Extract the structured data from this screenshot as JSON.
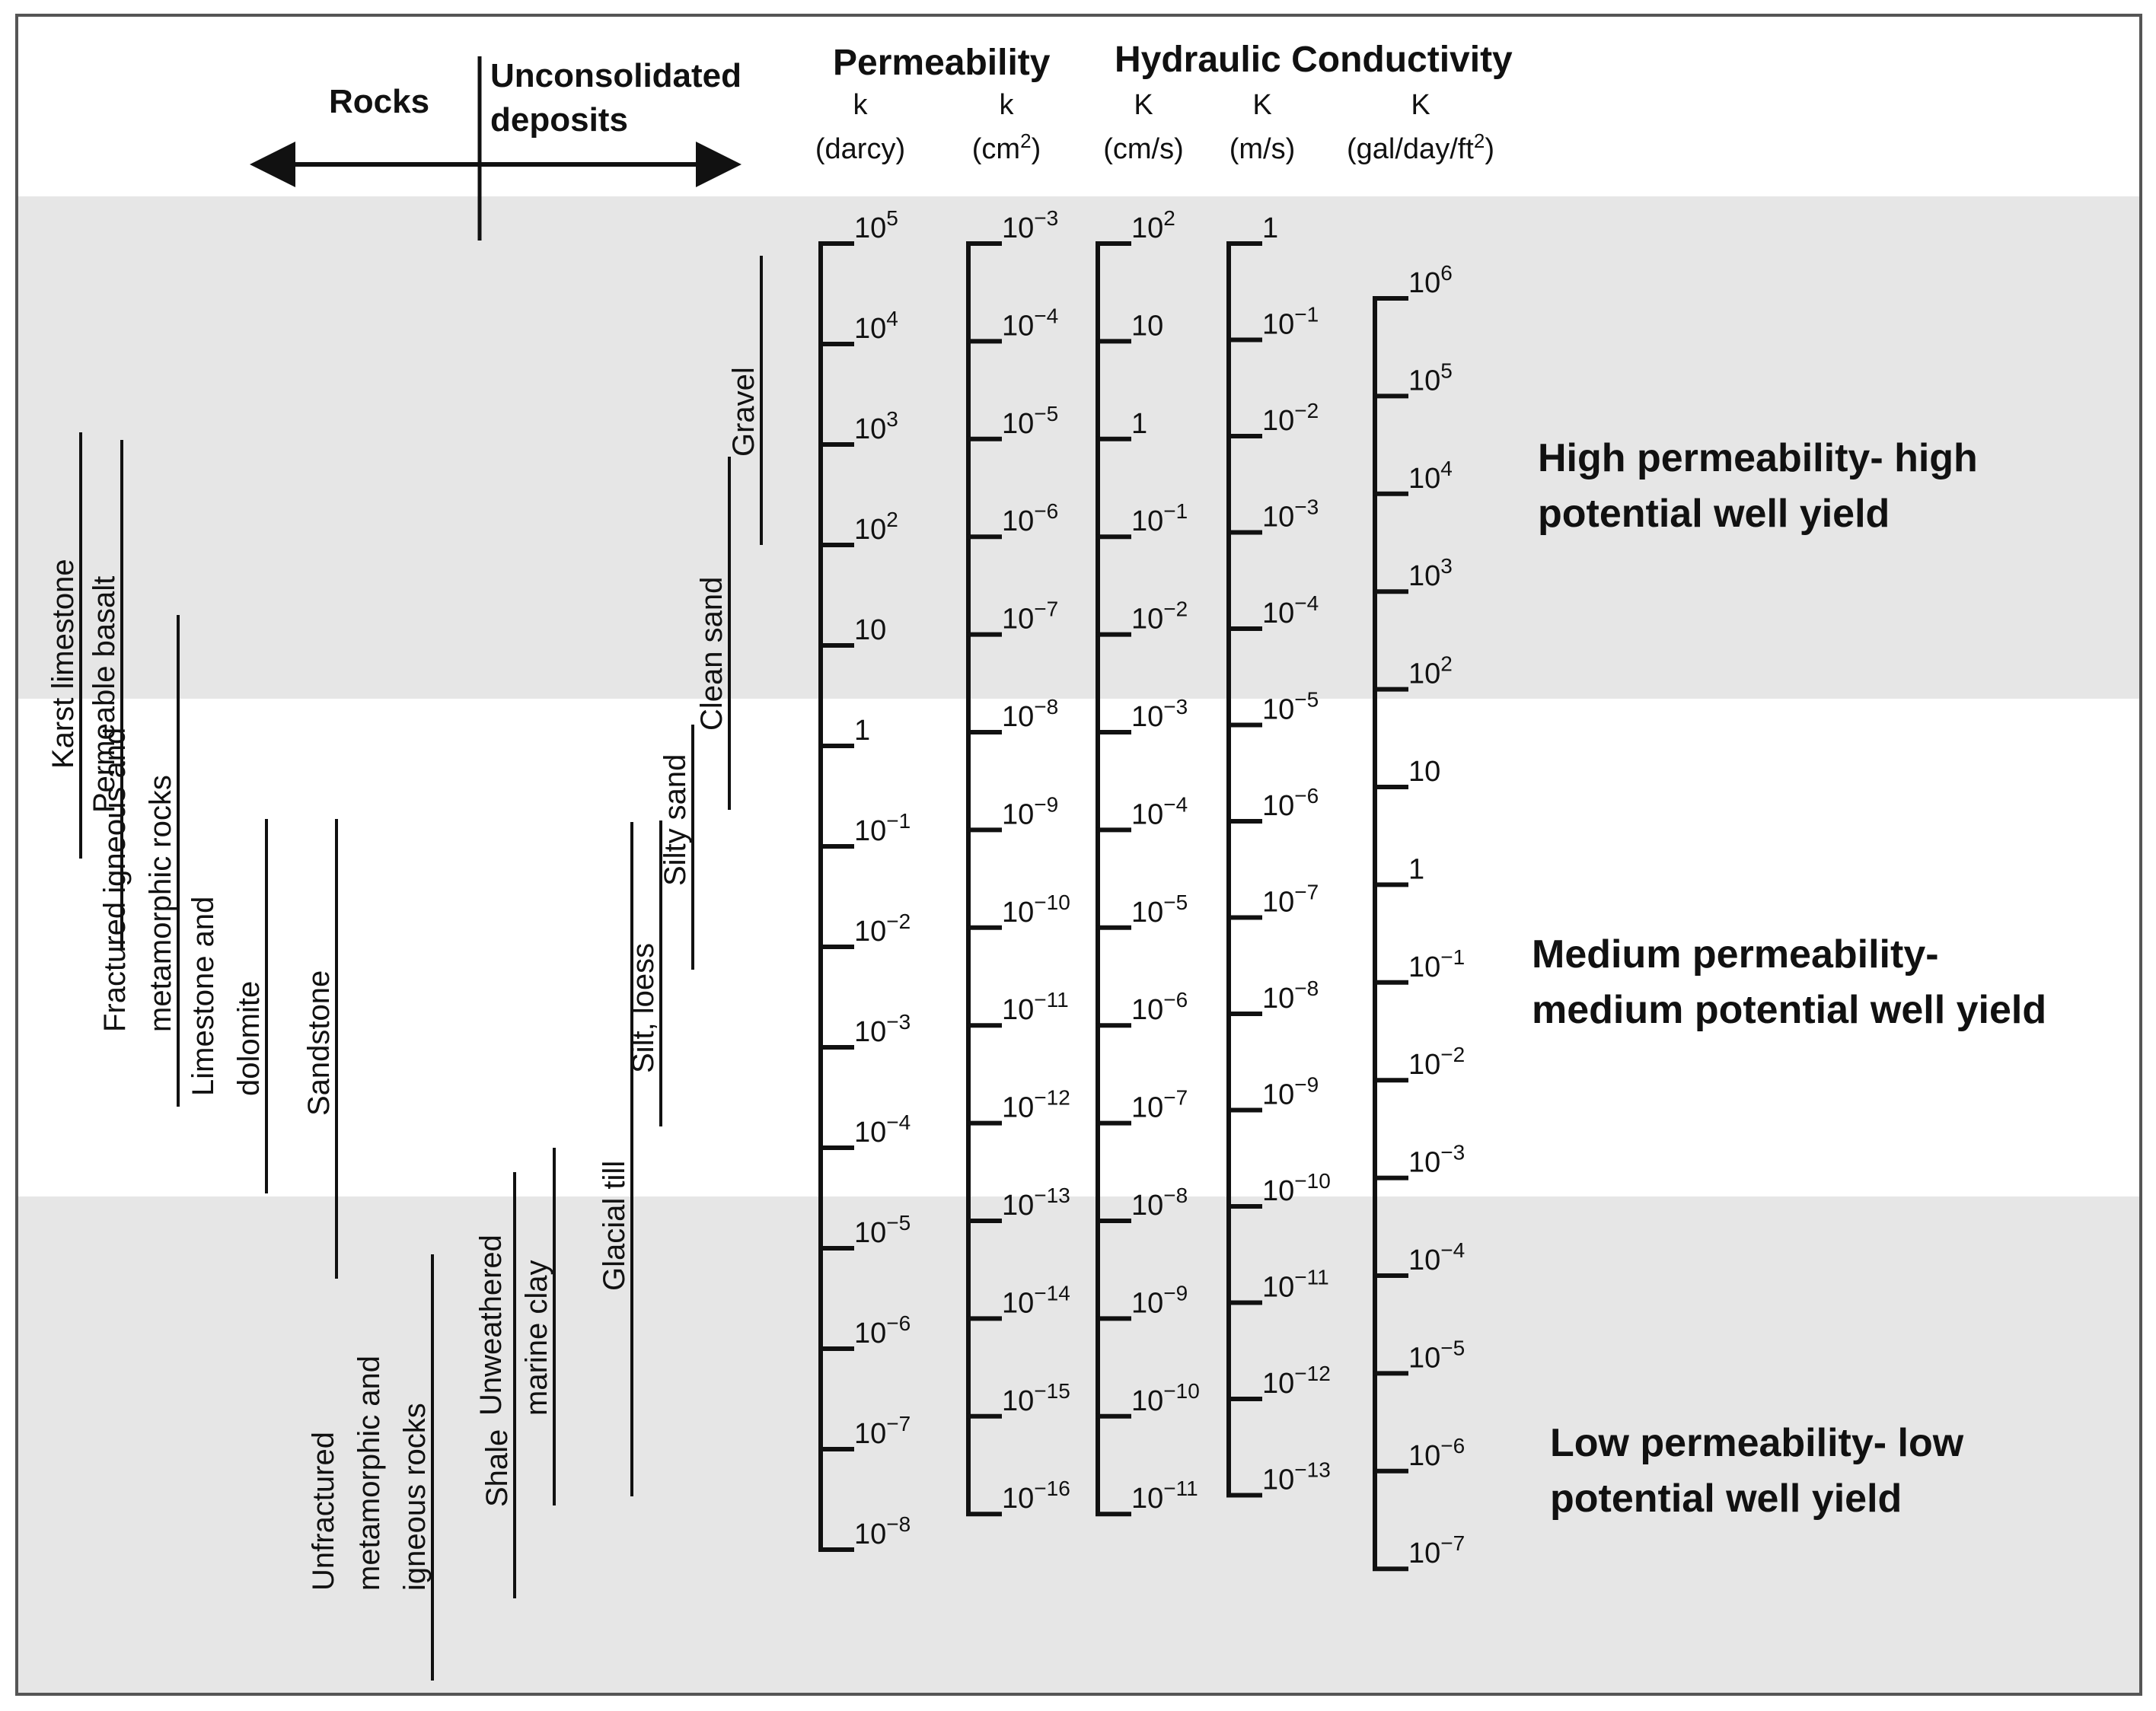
{
  "header": {
    "rocks": "Rocks",
    "unconsolidated_line1": "Unconsolidated",
    "unconsolidated_line2": "deposits",
    "permeability": "Permeability",
    "hydraulic_conductivity": "Hydraulic Conductivity"
  },
  "scales": [
    {
      "symbol": "k",
      "unit_base": "(darcy)",
      "unit_sup": "",
      "unit_tail": "",
      "ticks": [
        {
          "b": "10",
          "e": "5"
        },
        {
          "b": "10",
          "e": "4"
        },
        {
          "b": "10",
          "e": "3"
        },
        {
          "b": "10",
          "e": "2"
        },
        {
          "b": "10",
          "e": ""
        },
        {
          "b": "1",
          "e": ""
        },
        {
          "b": "10",
          "e": "−1"
        },
        {
          "b": "10",
          "e": "−2"
        },
        {
          "b": "10",
          "e": "−3"
        },
        {
          "b": "10",
          "e": "−4"
        },
        {
          "b": "10",
          "e": "−5"
        },
        {
          "b": "10",
          "e": "−6"
        },
        {
          "b": "10",
          "e": "−7"
        },
        {
          "b": "10",
          "e": "−8"
        }
      ]
    },
    {
      "symbol": "k",
      "unit_base": "(cm",
      "unit_sup": "2",
      "unit_tail": ")",
      "ticks": [
        {
          "b": "10",
          "e": "−3"
        },
        {
          "b": "10",
          "e": "−4"
        },
        {
          "b": "10",
          "e": "−5"
        },
        {
          "b": "10",
          "e": "−6"
        },
        {
          "b": "10",
          "e": "−7"
        },
        {
          "b": "10",
          "e": "−8"
        },
        {
          "b": "10",
          "e": "−9"
        },
        {
          "b": "10",
          "e": "−10"
        },
        {
          "b": "10",
          "e": "−11"
        },
        {
          "b": "10",
          "e": "−12"
        },
        {
          "b": "10",
          "e": "−13"
        },
        {
          "b": "10",
          "e": "−14"
        },
        {
          "b": "10",
          "e": "−15"
        },
        {
          "b": "10",
          "e": "−16"
        }
      ]
    },
    {
      "symbol": "K",
      "unit_base": "(cm/s)",
      "unit_sup": "",
      "unit_tail": "",
      "ticks": [
        {
          "b": "10",
          "e": "2"
        },
        {
          "b": "10",
          "e": ""
        },
        {
          "b": "1",
          "e": ""
        },
        {
          "b": "10",
          "e": "−1"
        },
        {
          "b": "10",
          "e": "−2"
        },
        {
          "b": "10",
          "e": "−3"
        },
        {
          "b": "10",
          "e": "−4"
        },
        {
          "b": "10",
          "e": "−5"
        },
        {
          "b": "10",
          "e": "−6"
        },
        {
          "b": "10",
          "e": "−7"
        },
        {
          "b": "10",
          "e": "−8"
        },
        {
          "b": "10",
          "e": "−9"
        },
        {
          "b": "10",
          "e": "−10"
        },
        {
          "b": "10",
          "e": "−11"
        }
      ]
    },
    {
      "symbol": "K",
      "unit_base": "(m/s)",
      "unit_sup": "",
      "unit_tail": "",
      "ticks": [
        {
          "b": "1",
          "e": ""
        },
        {
          "b": "10",
          "e": "−1"
        },
        {
          "b": "10",
          "e": "−2"
        },
        {
          "b": "10",
          "e": "−3"
        },
        {
          "b": "10",
          "e": "−4"
        },
        {
          "b": "10",
          "e": "−5"
        },
        {
          "b": "10",
          "e": "−6"
        },
        {
          "b": "10",
          "e": "−7"
        },
        {
          "b": "10",
          "e": "−8"
        },
        {
          "b": "10",
          "e": "−9"
        },
        {
          "b": "10",
          "e": "−10"
        },
        {
          "b": "10",
          "e": "−11"
        },
        {
          "b": "10",
          "e": "−12"
        },
        {
          "b": "10",
          "e": "−13"
        }
      ]
    },
    {
      "symbol": "K",
      "unit_base": "(gal/day/ft",
      "unit_sup": "2",
      "unit_tail": ")",
      "ticks": [
        {
          "b": "10",
          "e": "6"
        },
        {
          "b": "10",
          "e": "5"
        },
        {
          "b": "10",
          "e": "4"
        },
        {
          "b": "10",
          "e": "3"
        },
        {
          "b": "10",
          "e": "2"
        },
        {
          "b": "10",
          "e": ""
        },
        {
          "b": "1",
          "e": ""
        },
        {
          "b": "10",
          "e": "−1"
        },
        {
          "b": "10",
          "e": "−2"
        },
        {
          "b": "10",
          "e": "−3"
        },
        {
          "b": "10",
          "e": "−4"
        },
        {
          "b": "10",
          "e": "−5"
        },
        {
          "b": "10",
          "e": "−6"
        },
        {
          "b": "10",
          "e": "−7"
        }
      ]
    }
  ],
  "materials": [
    {
      "name": "karst-limestone",
      "lines": [
        "Karst limestone"
      ]
    },
    {
      "name": "permeable-basalt",
      "lines": [
        "Permeable basalt"
      ]
    },
    {
      "name": "fractured-igneous",
      "lines": [
        "Fractured igneous and",
        "metamorphic rocks"
      ]
    },
    {
      "name": "limestone-dolomite",
      "lines": [
        "Limestone and",
        "dolomite"
      ]
    },
    {
      "name": "sandstone",
      "lines": [
        "Sandstone"
      ]
    },
    {
      "name": "unfractured",
      "lines": [
        "Unfractured",
        "metamorphic and",
        "igneous rocks"
      ]
    },
    {
      "name": "shale",
      "lines": [
        "Shale"
      ]
    },
    {
      "name": "unweathered-clay",
      "lines": [
        "Unweathered",
        "marine clay"
      ]
    },
    {
      "name": "glacial-till",
      "lines": [
        "Glacial till"
      ]
    },
    {
      "name": "silt-loess",
      "lines": [
        "Silt, loess"
      ]
    },
    {
      "name": "silty-sand",
      "lines": [
        "Silty sand"
      ]
    },
    {
      "name": "clean-sand",
      "lines": [
        "Clean sand"
      ]
    },
    {
      "name": "gravel",
      "lines": [
        "Gravel"
      ]
    }
  ],
  "zones": {
    "high_line1": "High permeability- high",
    "high_line2": "potential well yield",
    "medium_line1": "Medium permeability-",
    "medium_line2": "medium potential well yield",
    "low_line1": "Low permeability- low",
    "low_line2": "potential well yield"
  }
}
